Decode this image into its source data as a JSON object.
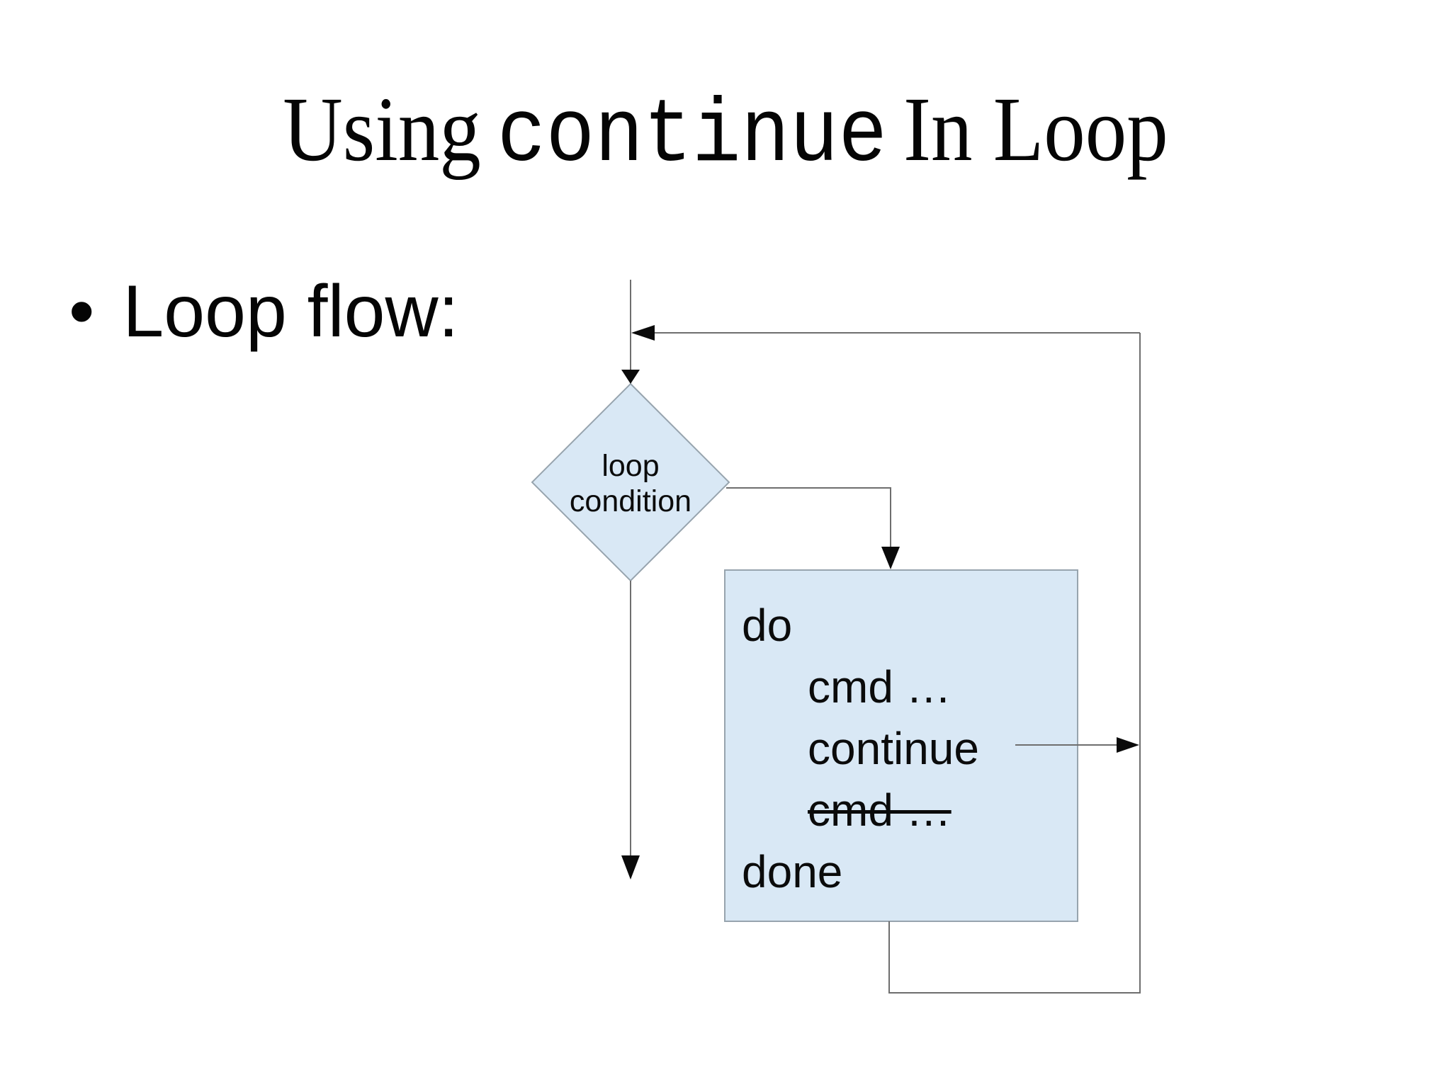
{
  "slide_title": {
    "prefix": "Using",
    "code": "continue",
    "suffix": "In Loop"
  },
  "bullet": {
    "marker": "•",
    "label": "Loop flow:"
  },
  "diagram": {
    "condition_diamond_label": "loop\ncondition",
    "code_block_lines": [
      "do",
      "cmd …",
      "continue",
      "cmd …",
      "done"
    ],
    "colors": {
      "shape_fill": "#d9e8f5",
      "shape_border": "#97a4ae",
      "line": "#6e6e6e",
      "arrow": "#0a0a0a"
    }
  }
}
